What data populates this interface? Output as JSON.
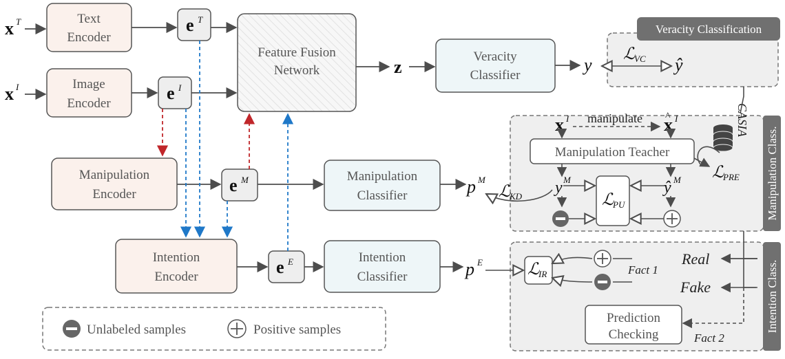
{
  "blocks": {
    "text_encoder": [
      "Text",
      "Encoder"
    ],
    "image_encoder": [
      "Image",
      "Encoder"
    ],
    "manipulation_encoder": [
      "Manipulation",
      "Encoder"
    ],
    "intention_encoder": [
      "Intention",
      "Encoder"
    ],
    "feature_fusion": [
      "Feature Fusion",
      "Network"
    ],
    "veracity_classifier": [
      "Veracity",
      "Classifier"
    ],
    "manipulation_classifier": [
      "Manipulation",
      "Classifier"
    ],
    "intention_classifier": [
      "Intention",
      "Classifier"
    ],
    "manipulation_teacher": "Manipulation Teacher",
    "prediction_checking": [
      "Prediction",
      "Checking"
    ]
  },
  "symbols": {
    "x": "x",
    "sup_T": "T",
    "sup_I": "I",
    "sup_M": "M",
    "sup_E": "E",
    "e": "e",
    "z": "z",
    "y": "y",
    "y_hat": "ŷ",
    "p": "p",
    "L": "ℒ",
    "sub_VC": "VC",
    "sub_KD": "KD",
    "sub_PU": "PU",
    "sub_IR": "IR",
    "sub_PRE": "PRE"
  },
  "labels": {
    "manipulate": "manipulate",
    "casia": "CASIA",
    "real": "Real",
    "fake": "Fake",
    "fact1": "Fact 1",
    "fact2": "Fact 2"
  },
  "panels": {
    "veracity": "Veracity Classification",
    "manipulation": "Manipulation Class.",
    "intention": "Intention Class."
  },
  "legend": {
    "unlabeled": "Unlabeled samples",
    "positive": "Positive samples"
  },
  "colors": {
    "encoder_fill": "#fbf1ec",
    "classifier_fill": "#eef6f8",
    "panel_fill": "#efefef",
    "tab_fill": "#707070",
    "red_arrow": "#c0262a",
    "blue_arrow": "#1f78c8",
    "arrow": "#4d4d4d"
  }
}
